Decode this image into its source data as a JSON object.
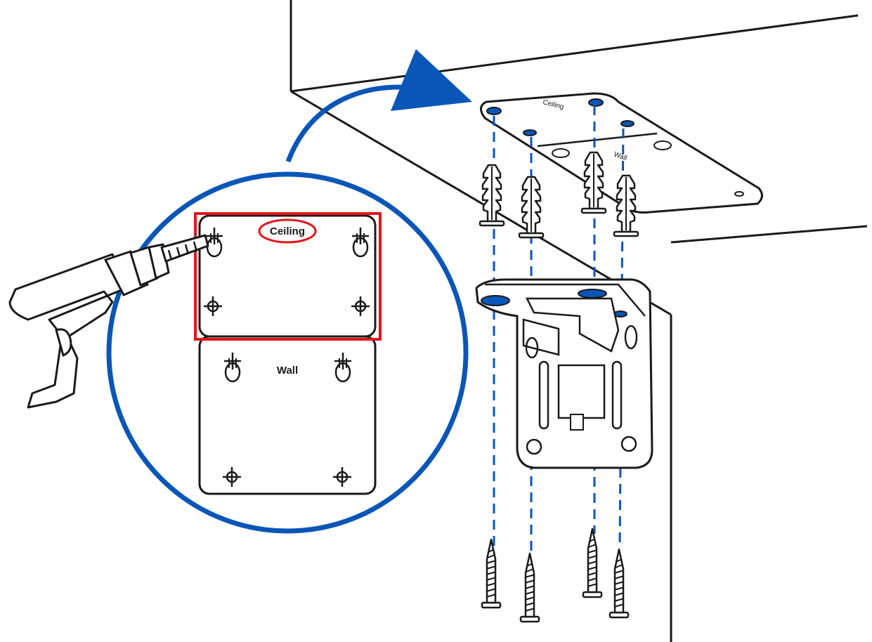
{
  "template": {
    "ceiling_label": "Ceiling",
    "wall_label": "Wall"
  },
  "bracket_plate": {
    "ceiling_label": "Ceiling",
    "wall_label": "Wall"
  },
  "colors": {
    "line": "#1a1a1a",
    "accent_blue": "#0a56b8",
    "highlight_red": "#e0161b",
    "slot_fill": "#0a56b8"
  },
  "icons": [
    "drill-icon",
    "curved-arrow-icon",
    "anchor-icon",
    "screw-icon",
    "crosshair-icon",
    "keyhole-icon",
    "mounting-bracket-icon"
  ]
}
